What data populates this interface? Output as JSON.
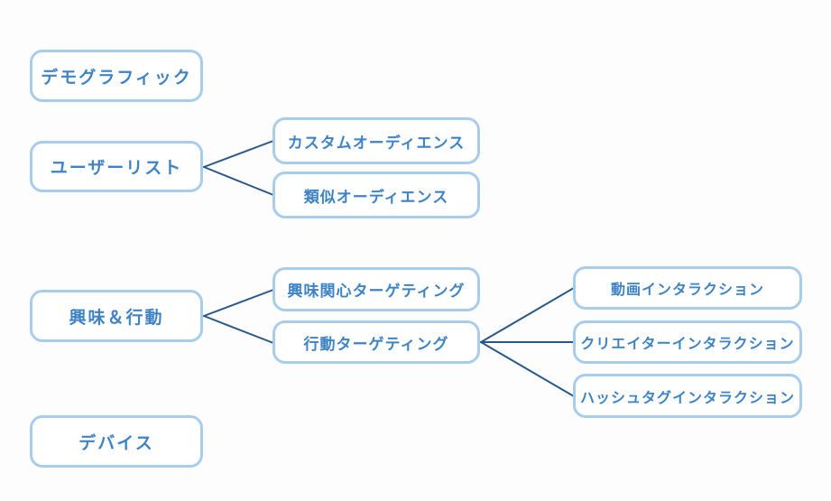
{
  "diagram": {
    "title": "targeting-options-tree",
    "colors": {
      "background": "#fdfdfd",
      "box_border": "#a8cdec",
      "box_fill": "#ffffff",
      "label_text": "#3e83c5",
      "connector": "#28578a"
    },
    "nodes": {
      "demographic": {
        "label": "デモグラフィック"
      },
      "user_list": {
        "label": "ユーザーリスト"
      },
      "custom_audience": {
        "label": "カスタムオーディエンス"
      },
      "lookalike_audience": {
        "label": "類似オーディエンス"
      },
      "interest_behavior": {
        "label": "興味＆行動"
      },
      "interest_targeting": {
        "label": "興味関心ターゲティング"
      },
      "behavior_targeting": {
        "label": "行動ターゲティング"
      },
      "video_interaction": {
        "label": "動画インタラクション"
      },
      "creator_interaction": {
        "label": "クリエイターインタラクション"
      },
      "hashtag_interaction": {
        "label": "ハッシュタグインタラクション"
      },
      "device": {
        "label": "デバイス"
      }
    },
    "edges": [
      {
        "from": "user_list",
        "to": "custom_audience"
      },
      {
        "from": "user_list",
        "to": "lookalike_audience"
      },
      {
        "from": "interest_behavior",
        "to": "interest_targeting"
      },
      {
        "from": "interest_behavior",
        "to": "behavior_targeting"
      },
      {
        "from": "behavior_targeting",
        "to": "video_interaction"
      },
      {
        "from": "behavior_targeting",
        "to": "creator_interaction"
      },
      {
        "from": "behavior_targeting",
        "to": "hashtag_interaction"
      }
    ]
  }
}
